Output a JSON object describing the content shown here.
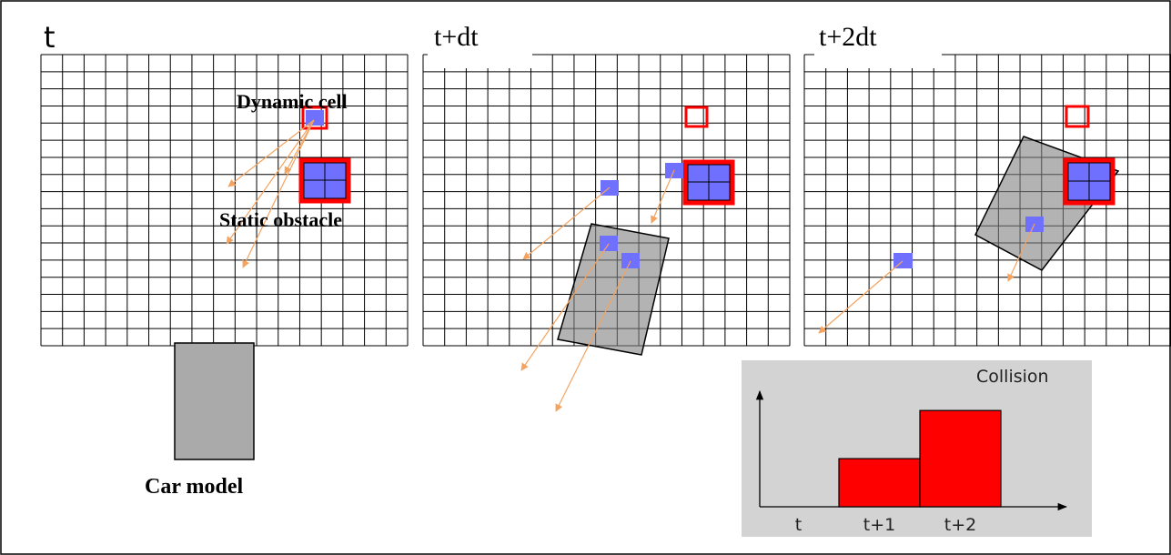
{
  "frames": [
    {
      "id": "t",
      "label": "t"
    },
    {
      "id": "t-plus-dt",
      "label": "t+dt"
    },
    {
      "id": "t-plus-2dt",
      "label": "t+2dt"
    }
  ],
  "labels": {
    "dynamic_cell": "Dynamic cell",
    "static_obstacle": "Static obstacle",
    "car_model": "Car model"
  },
  "collision_chart": {
    "title": "Collision",
    "x_ticks": [
      "t",
      "t+1",
      "t+2"
    ]
  },
  "chart_data": {
    "type": "bar",
    "title": "Collision",
    "categories": [
      "t",
      "t+1",
      "t+2"
    ],
    "values": [
      0,
      1,
      2
    ],
    "xlabel": "",
    "ylabel": "",
    "ylim": [
      0,
      2.4
    ],
    "grid": false
  },
  "colors": {
    "grid_line": "#000000",
    "dynamic_cell": "#7070ff",
    "static_obstacle": "#ff0000",
    "car": "#aaaaaa",
    "trajectory": "#f4a460",
    "chart_background": "#d3d3d3",
    "bar": "#ff0000"
  }
}
